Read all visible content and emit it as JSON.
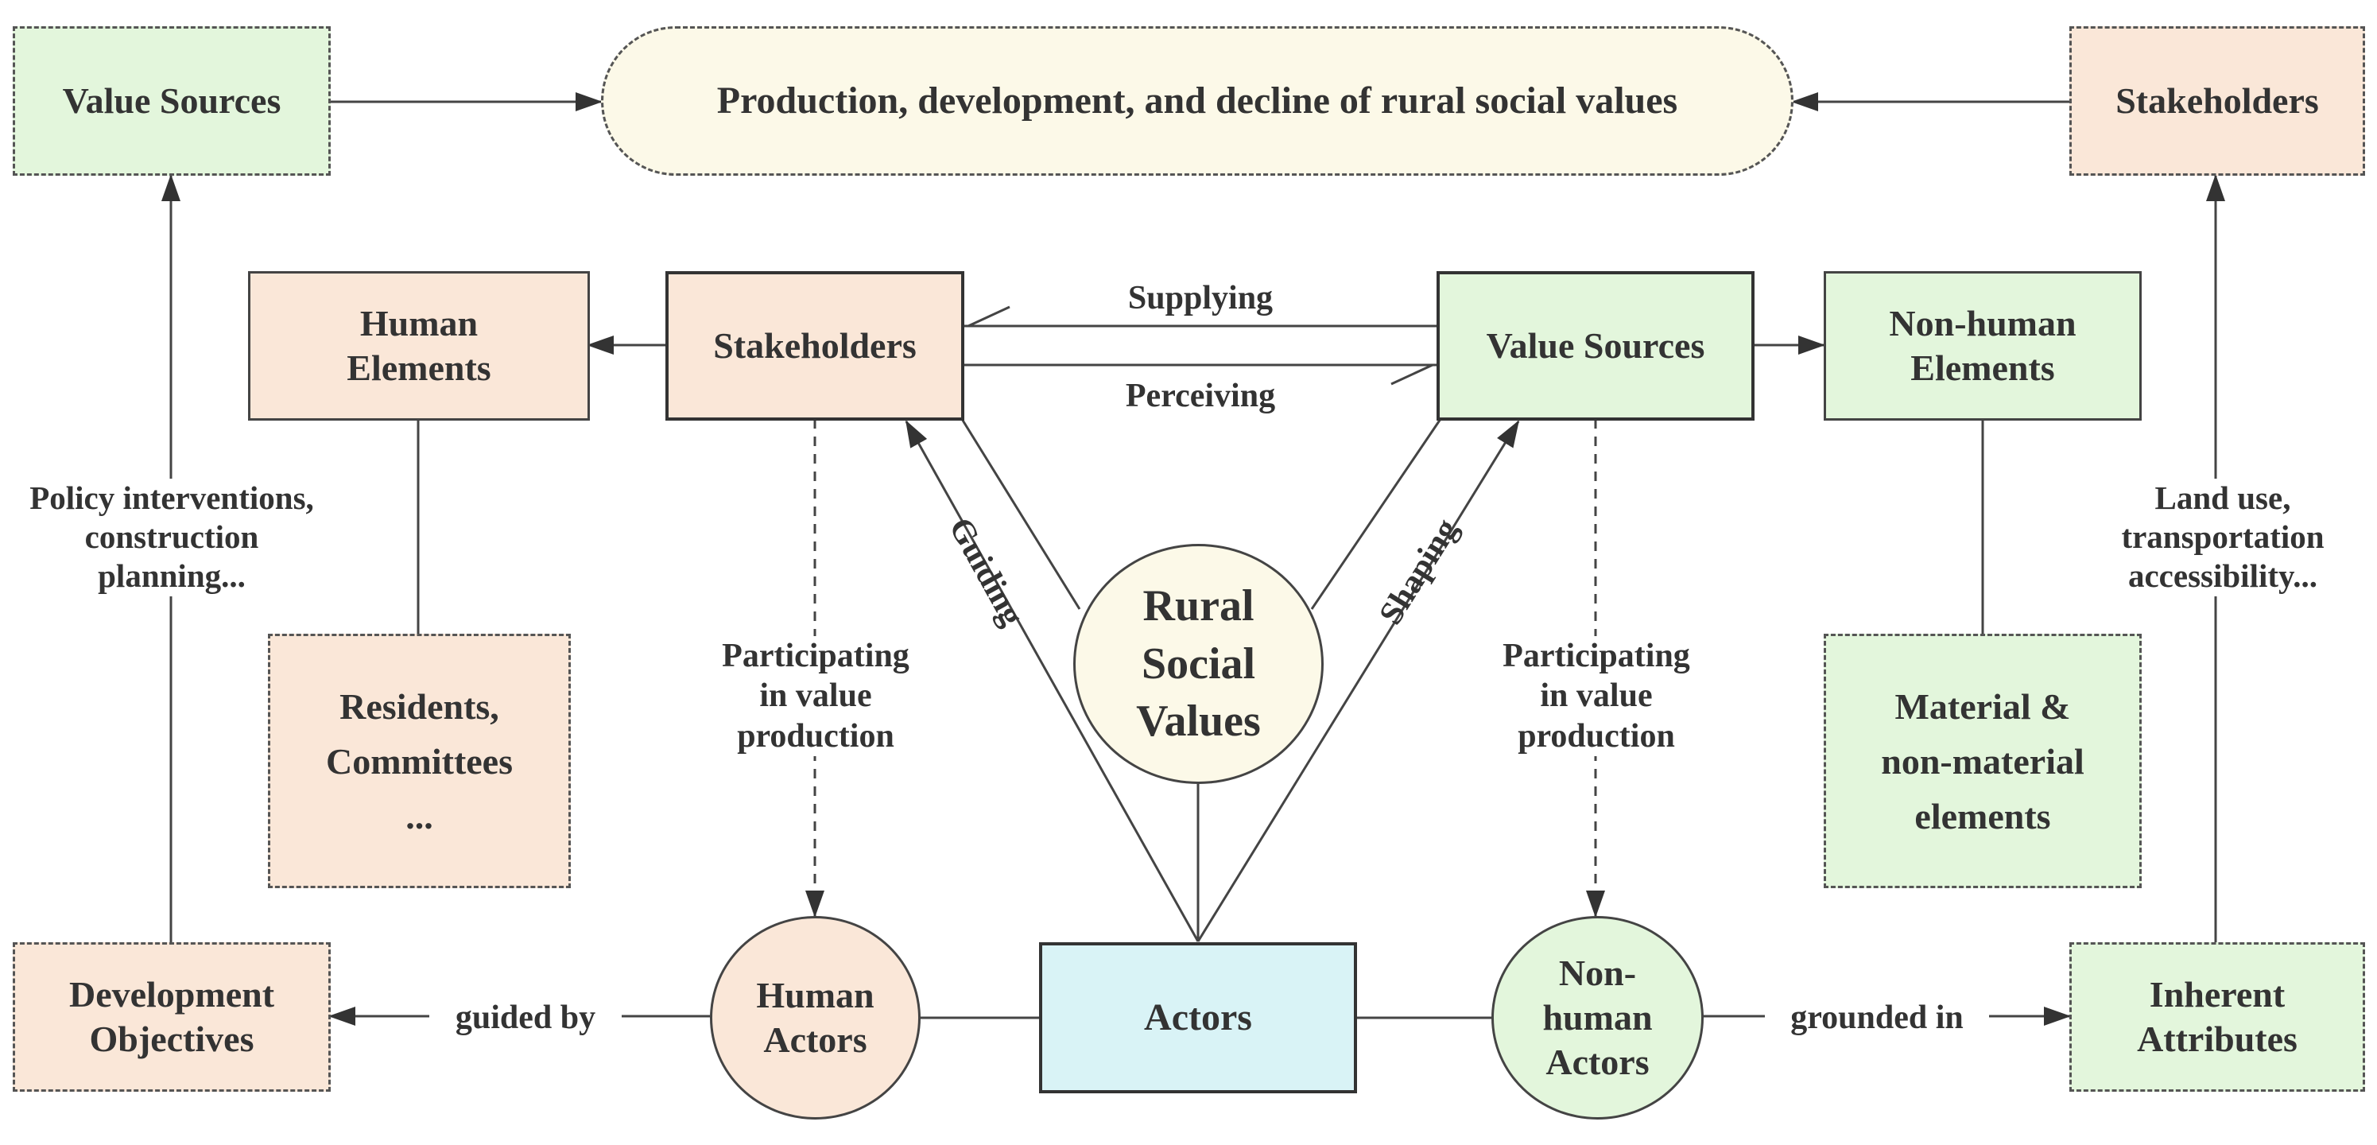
{
  "colors": {
    "green": "#e3f6dc",
    "peach": "#fae7d8",
    "cream": "#fcf9e8",
    "cyan": "#d9f3f6",
    "line": "#444444"
  },
  "top_row": {
    "value_sources": "Value Sources",
    "center": "Production, development, and decline of rural social values",
    "stakeholders": "Stakeholders"
  },
  "middle_row": {
    "human_elements": "Human\nElements",
    "stakeholders": "Stakeholders",
    "value_sources": "Value Sources",
    "non_human_elements": "Non-human\nElements"
  },
  "center_circle": "Rural\nSocial\nValues",
  "lower_boxes": {
    "residents": "Residents,\nCommittees\n...",
    "material": "Material &\nnon-material\nelements"
  },
  "bottom_row": {
    "development_objectives": "Development\nObjectives",
    "human_actors": "Human\nActors",
    "actors": "Actors",
    "non_human_actors": "Non-\nhuman\nActors",
    "inherent_attributes": "Inherent\nAttributes"
  },
  "edge_labels": {
    "supplying": "Supplying",
    "perceiving": "Perceiving",
    "guiding": "Guiding",
    "shaping": "Shaping",
    "participating_left": "Participating\nin value\nproduction",
    "participating_right": "Participating\nin value\nproduction",
    "policy": "Policy interventions,\nconstruction\nplanning...",
    "land_use": "Land use,\ntransportation\naccessibility...",
    "guided_by": "guided by",
    "grounded_in": "grounded in"
  }
}
